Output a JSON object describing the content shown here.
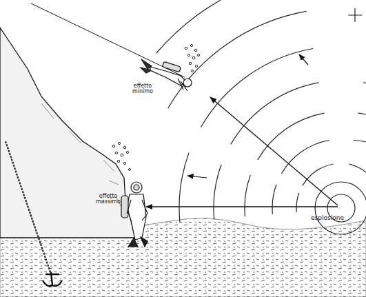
{
  "diagram": {
    "labels": [
      "effetto minimo",
      "effetto massimo",
      "esplosione"
    ]
  }
}
